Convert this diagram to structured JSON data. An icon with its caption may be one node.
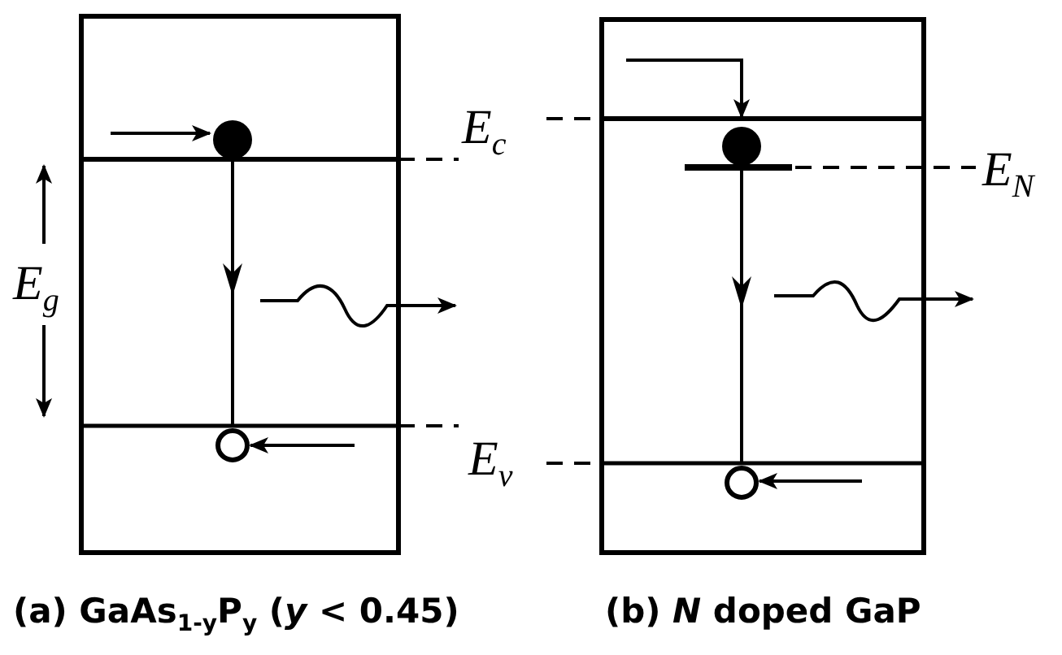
{
  "diagram": {
    "labels": [
      "E$_{c}$",
      "E$_{N}$",
      "E$_{g}$",
      "E$_{v}$",
      "(a) GaAs$_{1-y}$P$_{y}$ (*y* < 0.45)",
      "(b) *N* doped GaP"
    ]
  }
}
